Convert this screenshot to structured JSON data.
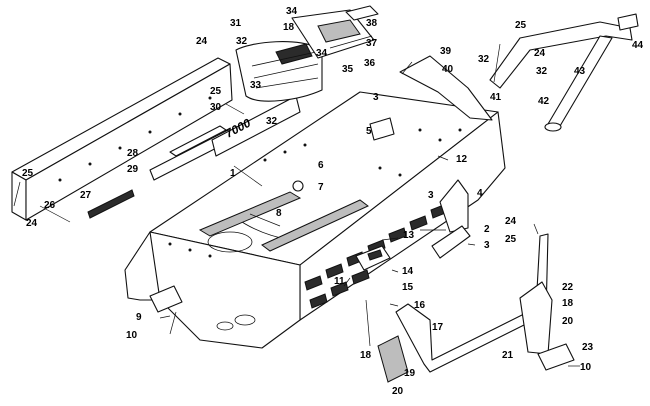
{
  "callouts": [
    {
      "id": "1",
      "text": "1"
    },
    {
      "id": "2",
      "text": "2"
    },
    {
      "id": "3a",
      "text": "3"
    },
    {
      "id": "3b",
      "text": "3"
    },
    {
      "id": "3c",
      "text": "3"
    },
    {
      "id": "4",
      "text": "4"
    },
    {
      "id": "5",
      "text": "5"
    },
    {
      "id": "6",
      "text": "6"
    },
    {
      "id": "7",
      "text": "7"
    },
    {
      "id": "8",
      "text": "8"
    },
    {
      "id": "9",
      "text": "9"
    },
    {
      "id": "10a",
      "text": "10"
    },
    {
      "id": "10b",
      "text": "10"
    },
    {
      "id": "11",
      "text": "11"
    },
    {
      "id": "12",
      "text": "12"
    },
    {
      "id": "13",
      "text": "13"
    },
    {
      "id": "14",
      "text": "14"
    },
    {
      "id": "15",
      "text": "15"
    },
    {
      "id": "16",
      "text": "16"
    },
    {
      "id": "17",
      "text": "17"
    },
    {
      "id": "18a",
      "text": "18"
    },
    {
      "id": "18b",
      "text": "18"
    },
    {
      "id": "18c",
      "text": "18"
    },
    {
      "id": "19",
      "text": "19"
    },
    {
      "id": "20a",
      "text": "20"
    },
    {
      "id": "20b",
      "text": "20"
    },
    {
      "id": "21",
      "text": "21"
    },
    {
      "id": "22",
      "text": "22"
    },
    {
      "id": "23",
      "text": "23"
    },
    {
      "id": "24a",
      "text": "24"
    },
    {
      "id": "24b",
      "text": "24"
    },
    {
      "id": "24c",
      "text": "24"
    },
    {
      "id": "24d",
      "text": "24"
    },
    {
      "id": "25a",
      "text": "25"
    },
    {
      "id": "25b",
      "text": "25"
    },
    {
      "id": "25c",
      "text": "25"
    },
    {
      "id": "25d",
      "text": "25"
    },
    {
      "id": "26",
      "text": "26"
    },
    {
      "id": "27",
      "text": "27"
    },
    {
      "id": "28",
      "text": "28"
    },
    {
      "id": "29",
      "text": "29"
    },
    {
      "id": "30",
      "text": "30"
    },
    {
      "id": "31",
      "text": "31"
    },
    {
      "id": "32a",
      "text": "32"
    },
    {
      "id": "32b",
      "text": "32"
    },
    {
      "id": "32c",
      "text": "32"
    },
    {
      "id": "32d",
      "text": "32"
    },
    {
      "id": "33",
      "text": "33"
    },
    {
      "id": "34a",
      "text": "34"
    },
    {
      "id": "34b",
      "text": "34"
    },
    {
      "id": "35",
      "text": "35"
    },
    {
      "id": "36",
      "text": "36"
    },
    {
      "id": "37",
      "text": "37"
    },
    {
      "id": "38",
      "text": "38"
    },
    {
      "id": "39",
      "text": "39"
    },
    {
      "id": "40",
      "text": "40"
    },
    {
      "id": "41",
      "text": "41"
    },
    {
      "id": "42",
      "text": "42"
    },
    {
      "id": "43",
      "text": "43"
    },
    {
      "id": "44",
      "text": "44"
    }
  ],
  "decal_text": "7000"
}
